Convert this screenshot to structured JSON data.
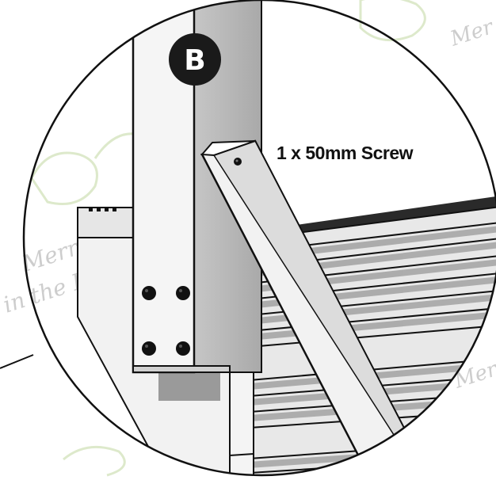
{
  "diagram": {
    "step_badge": "B",
    "callout_label": "1 x 50mm Screw",
    "watermark_lines": [
      "Merriest",
      "in the Land!",
      "Mer",
      "Mer"
    ],
    "colors": {
      "line": "#111111",
      "wood_light": "#f4f4f4",
      "wood_mid": "#dadada",
      "wood_dark": "#b9b9b9",
      "shadow": "#9a9a9a",
      "badge_fill": "#1a1a1a",
      "badge_text": "#ffffff",
      "watermark": "#c9dcae"
    }
  }
}
